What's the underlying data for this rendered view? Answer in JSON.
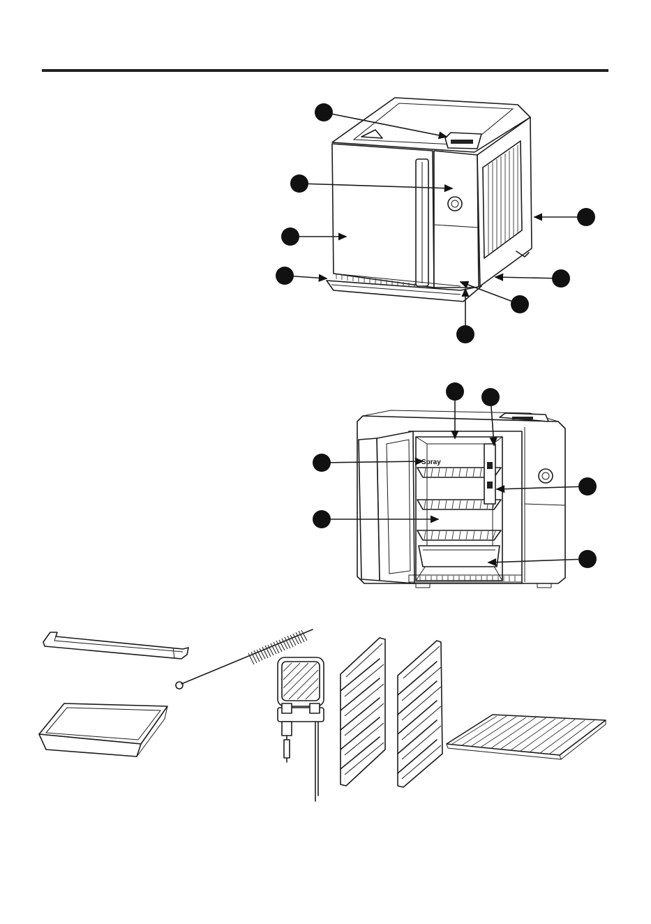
{
  "colors": {
    "ink": "#1a1a1a",
    "rule": "#231f20",
    "background": "#ffffff"
  },
  "oven_interior": {
    "printed_label": "Spray"
  },
  "figures": [
    {
      "name": "oven-front-view",
      "callouts": 8
    },
    {
      "name": "oven-open-view",
      "callouts": 6
    },
    {
      "name": "accessories",
      "items": [
        "drip-tray",
        "cleaning-brush",
        "food-probe",
        "baking-pan",
        "left-rack-rail",
        "right-rack-rail",
        "wire-rack"
      ]
    }
  ]
}
